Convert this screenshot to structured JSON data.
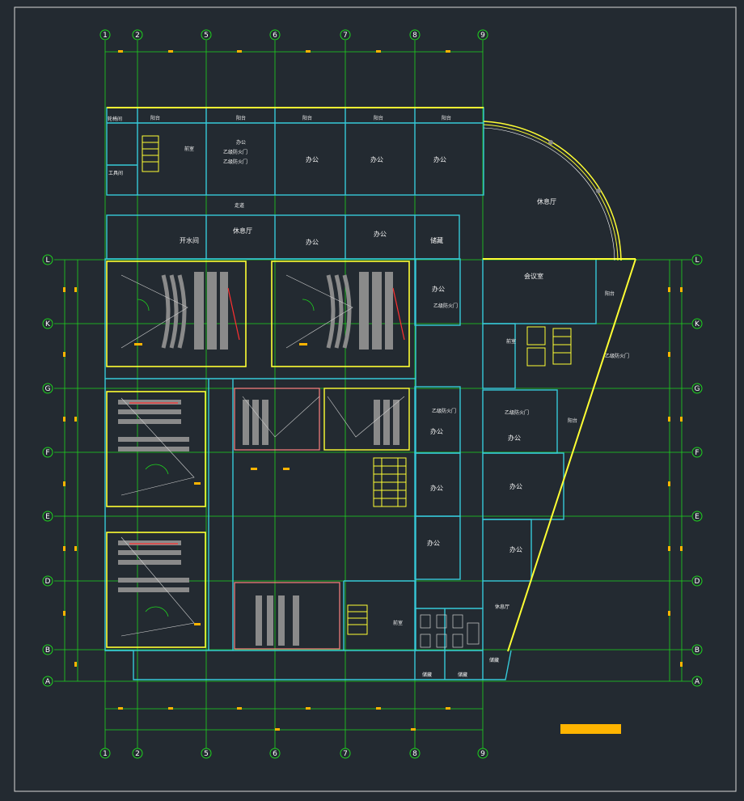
{
  "axes": {
    "columns": [
      "1",
      "2",
      "5",
      "6",
      "7",
      "8",
      "9"
    ],
    "rows": [
      "L",
      "K",
      "G",
      "F",
      "E",
      "D",
      "B",
      "A"
    ]
  },
  "rooms": {
    "tools_top": "轮椅间",
    "tools": "工具间",
    "balcony1": "阳台",
    "balcony2": "阳台",
    "balcony3": "阳台",
    "balcony4": "阳台",
    "balcony5": "阳台",
    "stair_room": "前室",
    "office_door_a": "办公",
    "office1": "办公",
    "office2": "办公",
    "office3": "办公",
    "corridor": "走道",
    "water": "开水间",
    "lounge_mid": "休息厅",
    "office4": "办公",
    "office5": "办公",
    "storage": "储藏",
    "lounge_arc": "休息厅",
    "meeting": "会议室",
    "balcony_r1": "阳台",
    "office_r1": "办公",
    "stair_room_r": "前室",
    "fire_door_label": "乙级防火门",
    "office_b1": "办公",
    "office_b2": "办公",
    "office_r2": "办公",
    "balcony_r2": "阳台",
    "office_r3": "办公",
    "office_b3": "办公",
    "office_r4": "办公",
    "stair_room_b": "前室",
    "lounge_b": "休息厅",
    "storage_b1": "储藏",
    "storage_b2": "储藏",
    "storage_b3": "储藏"
  },
  "colors": {
    "background": "#232a31",
    "axis": "#1ed41e",
    "wall_yellow": "#ffff33",
    "wall_cyan": "#36c9d8",
    "accent_red": "#ff3030",
    "seat_gray": "#8a8a8a",
    "marker": "#ffb400"
  }
}
